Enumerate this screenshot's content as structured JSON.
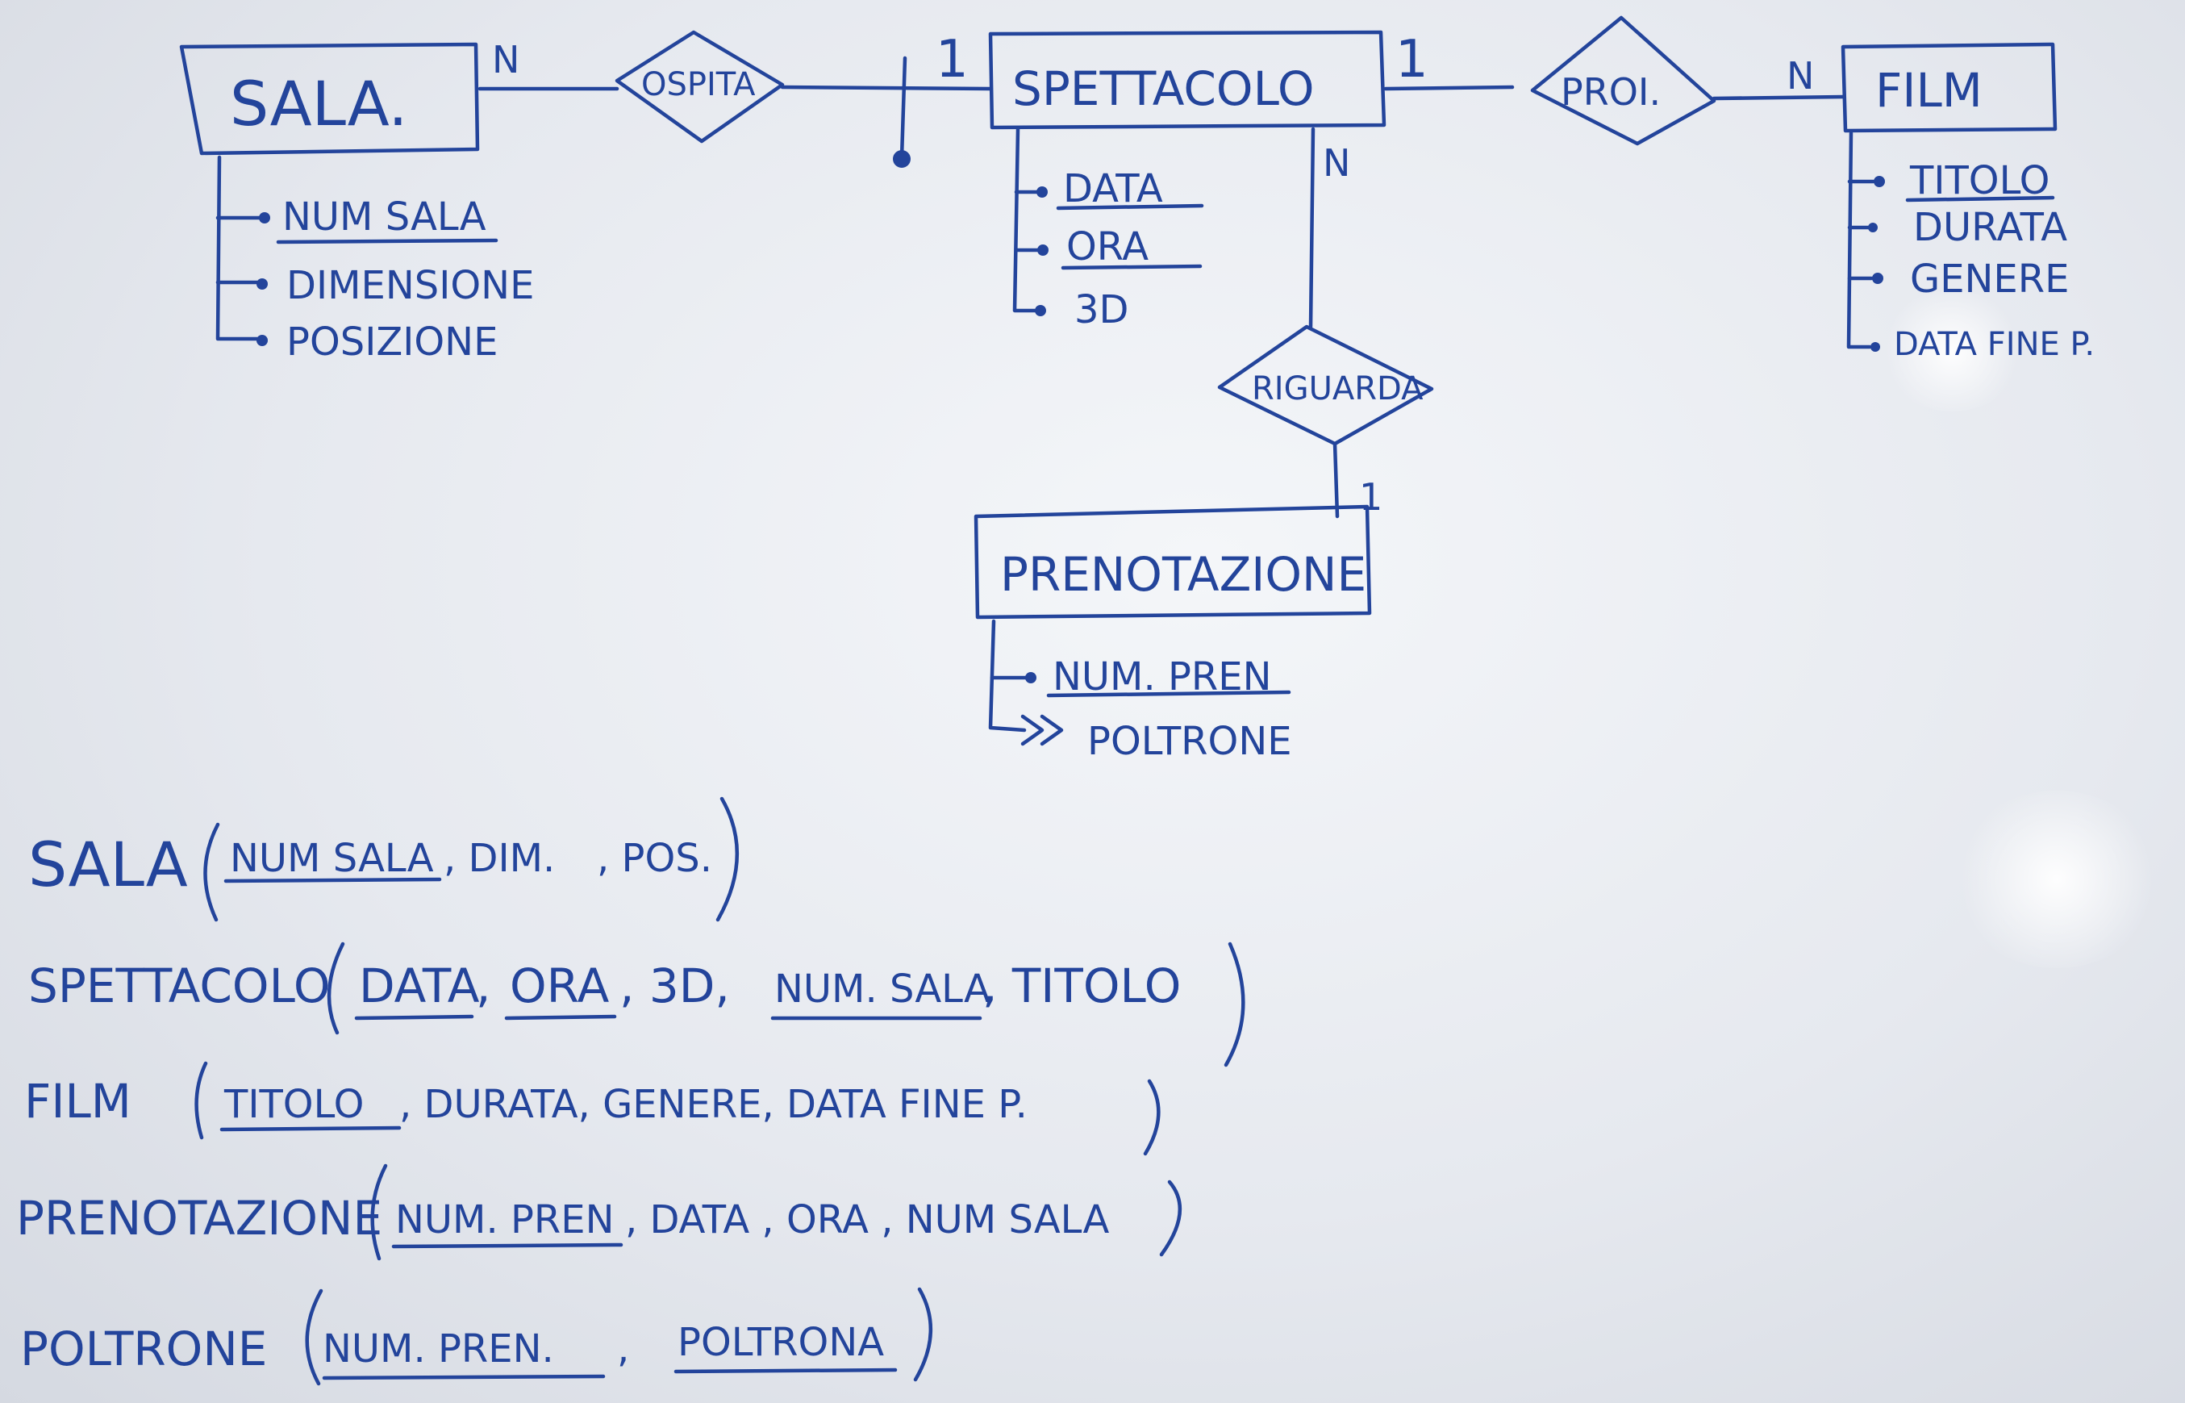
{
  "entities": {
    "sala": "SALA.",
    "spettacolo": "SPETTACOLO",
    "film": "FILM",
    "prenotazione": "PRENOTAZIONE"
  },
  "relationships": {
    "ospita": "OSPITA",
    "proi": "PROI.",
    "riguarda": "RIGUARDA"
  },
  "cardinalities": {
    "sala_ospita": "N",
    "spettacolo_ospita": "1",
    "spettacolo_proi": "1",
    "film_proi": "N",
    "spettacolo_riguarda": "N",
    "prenotazione_riguarda": "1"
  },
  "attributes": {
    "sala": [
      "NUM SALA",
      "DIMENSIONE",
      "POSIZIONE"
    ],
    "spettacolo": [
      "DATA",
      "ORA",
      "3D"
    ],
    "film": [
      "TITOLO",
      "DURATA",
      "GENERE",
      "DATA FINE P."
    ],
    "prenotazione": [
      "NUM. PREN",
      "POLTRONE"
    ]
  },
  "schema": {
    "sala": {
      "name": "SALA",
      "fields": [
        "NUM SALA",
        ", DIM.",
        ", POS."
      ]
    },
    "spettacolo": {
      "name": "SPETTACOLO",
      "fields": [
        "DATA",
        ",",
        "ORA",
        ", 3D,",
        "NUM. SALA",
        ", TITOLO"
      ]
    },
    "film": {
      "name": "FILM",
      "fields": [
        "TITOLO",
        ", DURATA, GENERE, DATA FINE P."
      ]
    },
    "prenotazione": {
      "name": "PRENOTAZIONE",
      "fields": [
        "NUM. PREN",
        ", DATA , ORA , NUM SALA"
      ]
    },
    "poltrone": {
      "name": "POLTRONE",
      "fields": [
        "NUM. PREN.",
        ",",
        "POLTRONA"
      ]
    }
  },
  "colors": {
    "ink": "#23449b",
    "board": "#e8ebf0"
  }
}
